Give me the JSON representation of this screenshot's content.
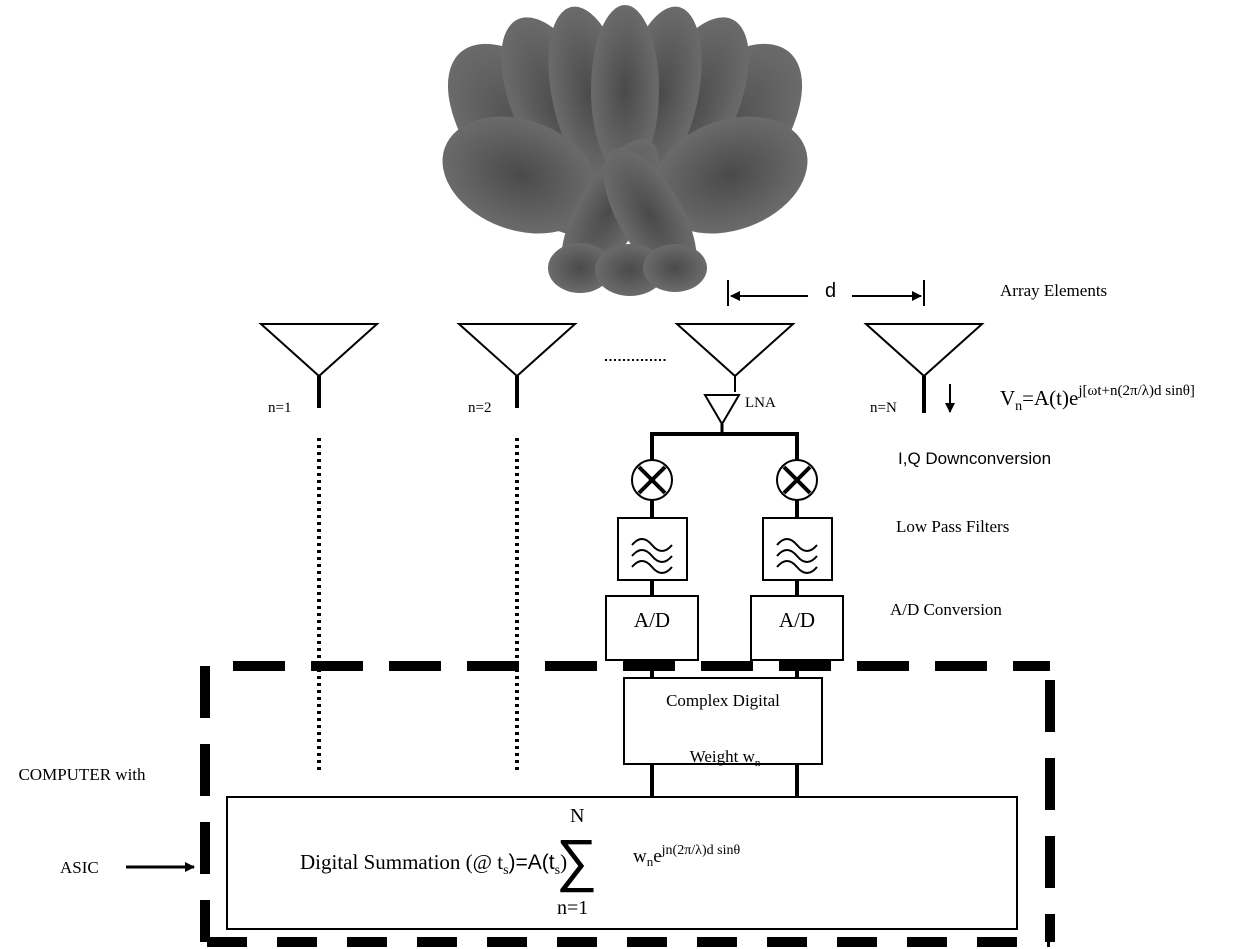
{
  "labels": {
    "array_elements": "Array Elements",
    "spacing": "d",
    "element_1": "n=1",
    "element_2": "n=2",
    "element_n": "n=N",
    "lna": "LNA",
    "signal_v": "V",
    "signal_v_sub": "n",
    "signal_eq": "=A(t)e",
    "signal_exp": "j[ωt+n(2π/λ)d sinθ]",
    "iq_downconversion": "I,Q Downconversion",
    "low_pass_filters": "Low Pass Filters",
    "ad_conversion": "A/D Conversion",
    "ad_left": "A/D",
    "ad_right": "A/D",
    "complex_weight_line1": "Complex Digital",
    "complex_weight_line2": "Weight w",
    "complex_weight_sub": "n",
    "computer_line1": "COMPUTER with",
    "computer_line2": "ASIC",
    "summation_prefix": "Digital Summation (@ t",
    "summation_sub1": "s",
    "summation_mid": ")=A(t",
    "summation_sub2": "s",
    "summation_close": ")",
    "sum_top": "N",
    "sum_symbol": "∑",
    "sum_bottom": "n=1",
    "sum_w": "w",
    "sum_w_sub": "n",
    "sum_e": "e",
    "sum_exp": "jn(2π/λ)d sinθ"
  },
  "colors": {
    "beam": "#6a6a6a",
    "beam_dark": "#4f4f4f",
    "line": "#000000"
  },
  "icons": {
    "antenna": "triangle-antenna-icon",
    "mixer": "mixer-x-icon",
    "filter": "lowpass-filter-icon"
  }
}
